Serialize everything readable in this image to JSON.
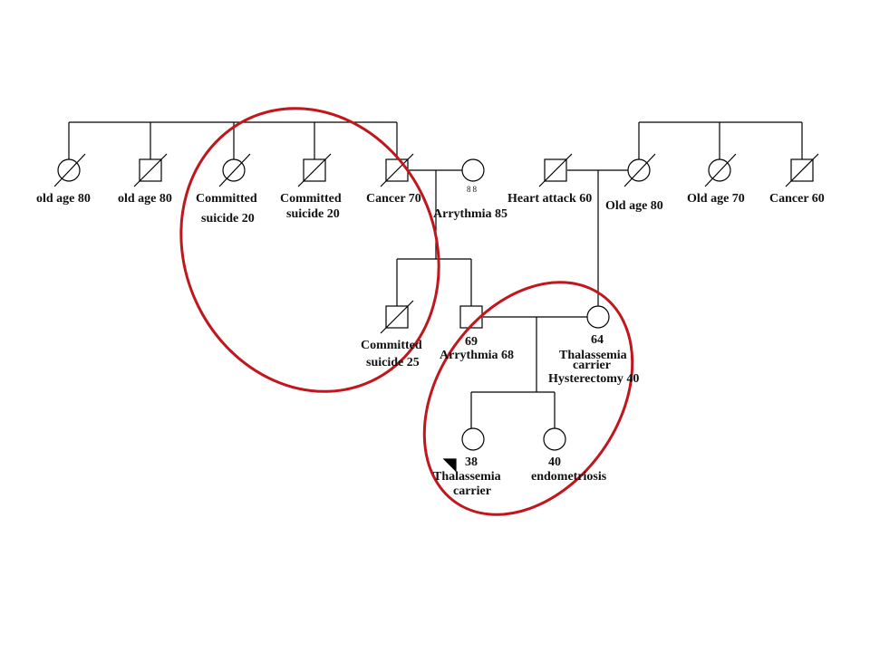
{
  "colors": {
    "line": "#000000",
    "highlight": "#c0161c",
    "text": "#111111"
  },
  "generation1": {
    "paternal_sibling_1": "old age 80",
    "paternal_sibling_2": "old age 80",
    "paternal_sibling_3": [
      "Committed",
      "suicide 20"
    ],
    "paternal_sibling_4": [
      "Committed",
      "suicide 20"
    ],
    "paternal_grandfather": "Cancer 70",
    "paternal_grandmother": "Arrythmia 85",
    "paternal_grandmother_age_mark": "88",
    "maternal_grandfather": "Heart attack 60",
    "maternal_grandmother": "Old age 80",
    "maternal_sibling_1": "Old age 70",
    "maternal_sibling_2": "Cancer 60"
  },
  "generation2": {
    "paternal_uncle": [
      "Committed",
      "suicide 25"
    ],
    "father_age": "69",
    "father_condition": "Arrythmia 68",
    "mother_age": "64",
    "mother_conditions": [
      "Thalassemia",
      "carrier",
      "Hysterectomy 40"
    ]
  },
  "generation3": {
    "proband_age": "38",
    "proband_conditions": [
      "Thalassemia",
      "carrier"
    ],
    "sister_age": "40",
    "sister_condition": "endometriosis"
  }
}
